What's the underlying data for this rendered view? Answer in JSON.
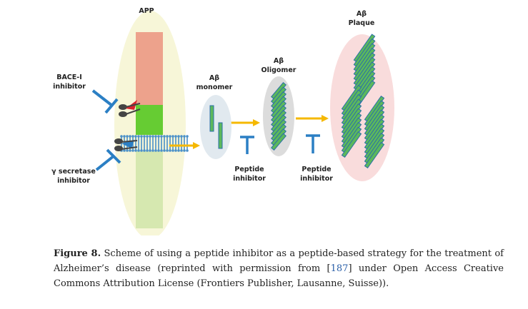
{
  "figure": {
    "labels": {
      "app": "APP",
      "bace_inhibitor_line1": "BACE-I",
      "bace_inhibitor_line2": "inhibitor",
      "gamma_inhibitor_line1": "γ secretase",
      "gamma_inhibitor_line2": "inhibitor",
      "monomer_line1": "Aβ",
      "monomer_line2": "monomer",
      "oligomer_line1": "Aβ",
      "oligomer_line2": "Oligomer",
      "plaque_line1": "Aβ",
      "plaque_line2": "Plaque",
      "peptide_inhibitor_1_line1": "Peptide",
      "peptide_inhibitor_1_line2": "inhibitor",
      "peptide_inhibitor_2_line1": "Peptide",
      "peptide_inhibitor_2_line2": "inhibitor"
    },
    "colors": {
      "app_ellipse": "#f7f6d8",
      "app_top_segment": "#eda28c",
      "app_middle_segment": "#66cc33",
      "app_bottom_segment": "#d6e8b0",
      "membrane": "#4a90c8",
      "arrow": "#f5b800",
      "inhibitor": "#2b7fc4",
      "monomer_ellipse": "#e1e9ef",
      "oligomer_ellipse": "#dcdcdc",
      "plaque_ellipse": "#f9dcdc",
      "fibril_fill": "#5cb85c",
      "fibril_stroke": "#2a6fa8",
      "scissors": "#444444",
      "cleavage_red": "#d9232d"
    }
  },
  "caption": {
    "label": "Figure 8.",
    "text_before_ref": " Scheme of using a peptide inhibitor as a peptide-based strategy for the treatment of Alzheimer’s disease (reprinted with permission from [",
    "ref": "187",
    "text_after_ref": "] under Open Access Creative Commons Attribution License (Frontiers Publisher, Lausanne, Suisse))."
  }
}
